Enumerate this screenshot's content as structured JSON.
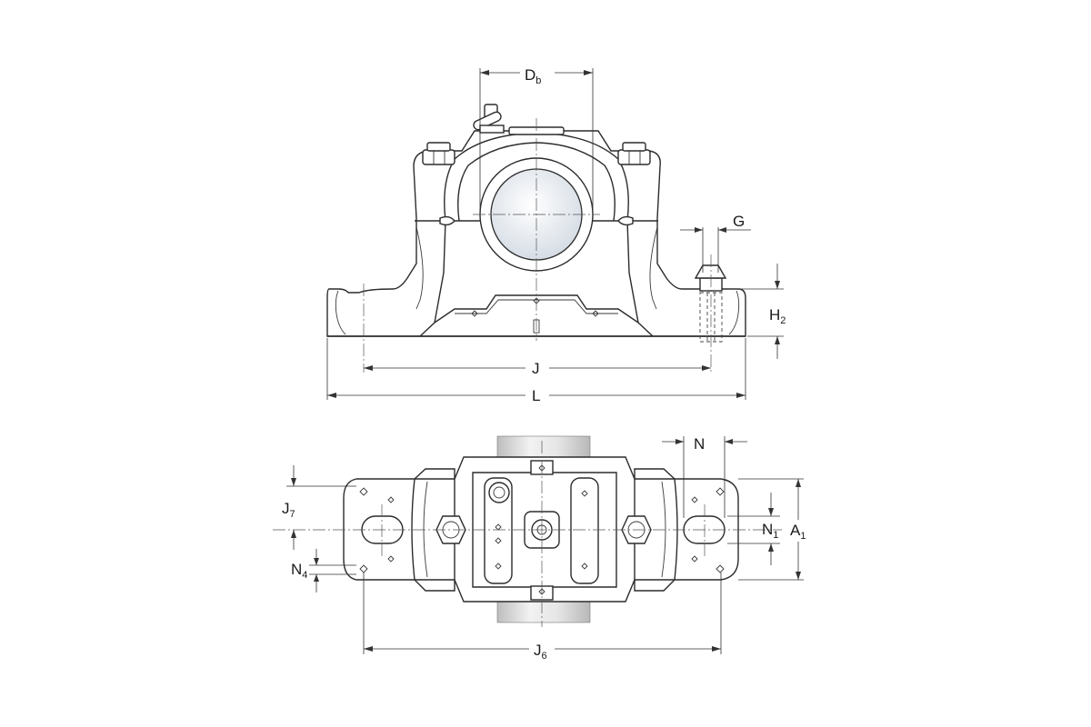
{
  "front_view": {
    "labels": {
      "Db": {
        "main": "D",
        "sub": "b"
      },
      "G": {
        "main": "G",
        "sub": ""
      },
      "H2": {
        "main": "H",
        "sub": "2"
      },
      "J": {
        "main": "J",
        "sub": ""
      },
      "L": {
        "main": "L",
        "sub": ""
      }
    }
  },
  "top_view": {
    "labels": {
      "N": {
        "main": "N",
        "sub": ""
      },
      "N1": {
        "main": "N",
        "sub": "1"
      },
      "A1": {
        "main": "A",
        "sub": "1"
      },
      "J7": {
        "main": "J",
        "sub": "7"
      },
      "N4": {
        "main": "N",
        "sub": "4"
      },
      "J6": {
        "main": "J",
        "sub": "6"
      }
    }
  },
  "colors": {
    "line": "#2c2c2c",
    "bearing": "#e8eef4",
    "shaft": "#d9d9d9"
  }
}
